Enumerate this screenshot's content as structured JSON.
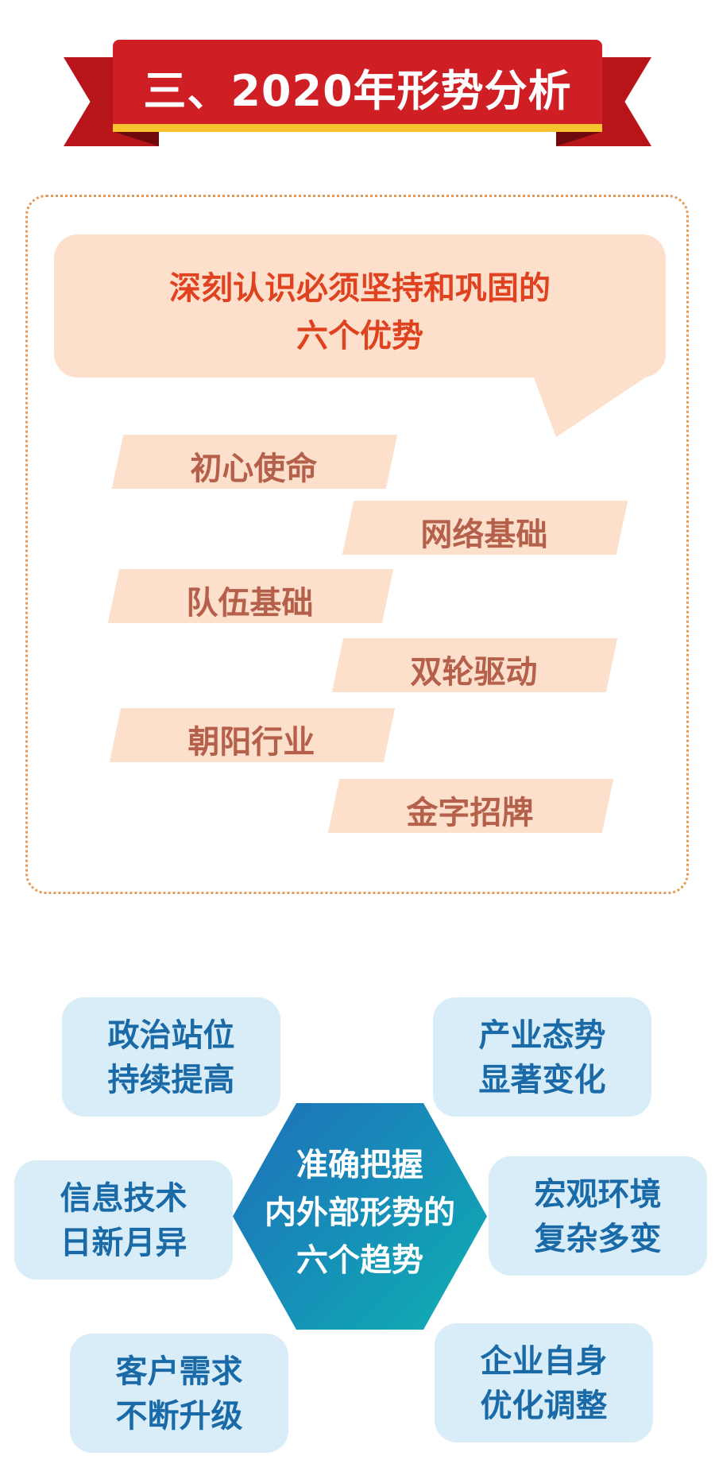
{
  "title": "三、2020年形势分析",
  "advantages": {
    "heading_line1": "深刻认识必须坚持和巩固的",
    "heading_line2": "六个优势",
    "items": [
      "初心使命",
      "网络基础",
      "队伍基础",
      "双轮驱动",
      "朝阳行业",
      "金字招牌"
    ]
  },
  "trends": {
    "center_line1": "准确把握",
    "center_line2": "内外部形势的",
    "center_line3": "六个趋势",
    "items": [
      {
        "line1": "政治站位",
        "line2": "持续提高"
      },
      {
        "line1": "产业态势",
        "line2": "显著变化"
      },
      {
        "line1": "信息技术",
        "line2": "日新月异"
      },
      {
        "line1": "宏观环境",
        "line2": "复杂多变"
      },
      {
        "line1": "客户需求",
        "line2": "不断升级"
      },
      {
        "line1": "企业自身",
        "line2": "优化调整"
      }
    ]
  },
  "colors": {
    "ribbon_red": "#d01e25",
    "ribbon_gold": "#f6c32e",
    "peach": "#fde0cc",
    "orange_text": "#e0411f",
    "light_blue": "#d8edf8",
    "blue_text": "#1a6aa8"
  }
}
